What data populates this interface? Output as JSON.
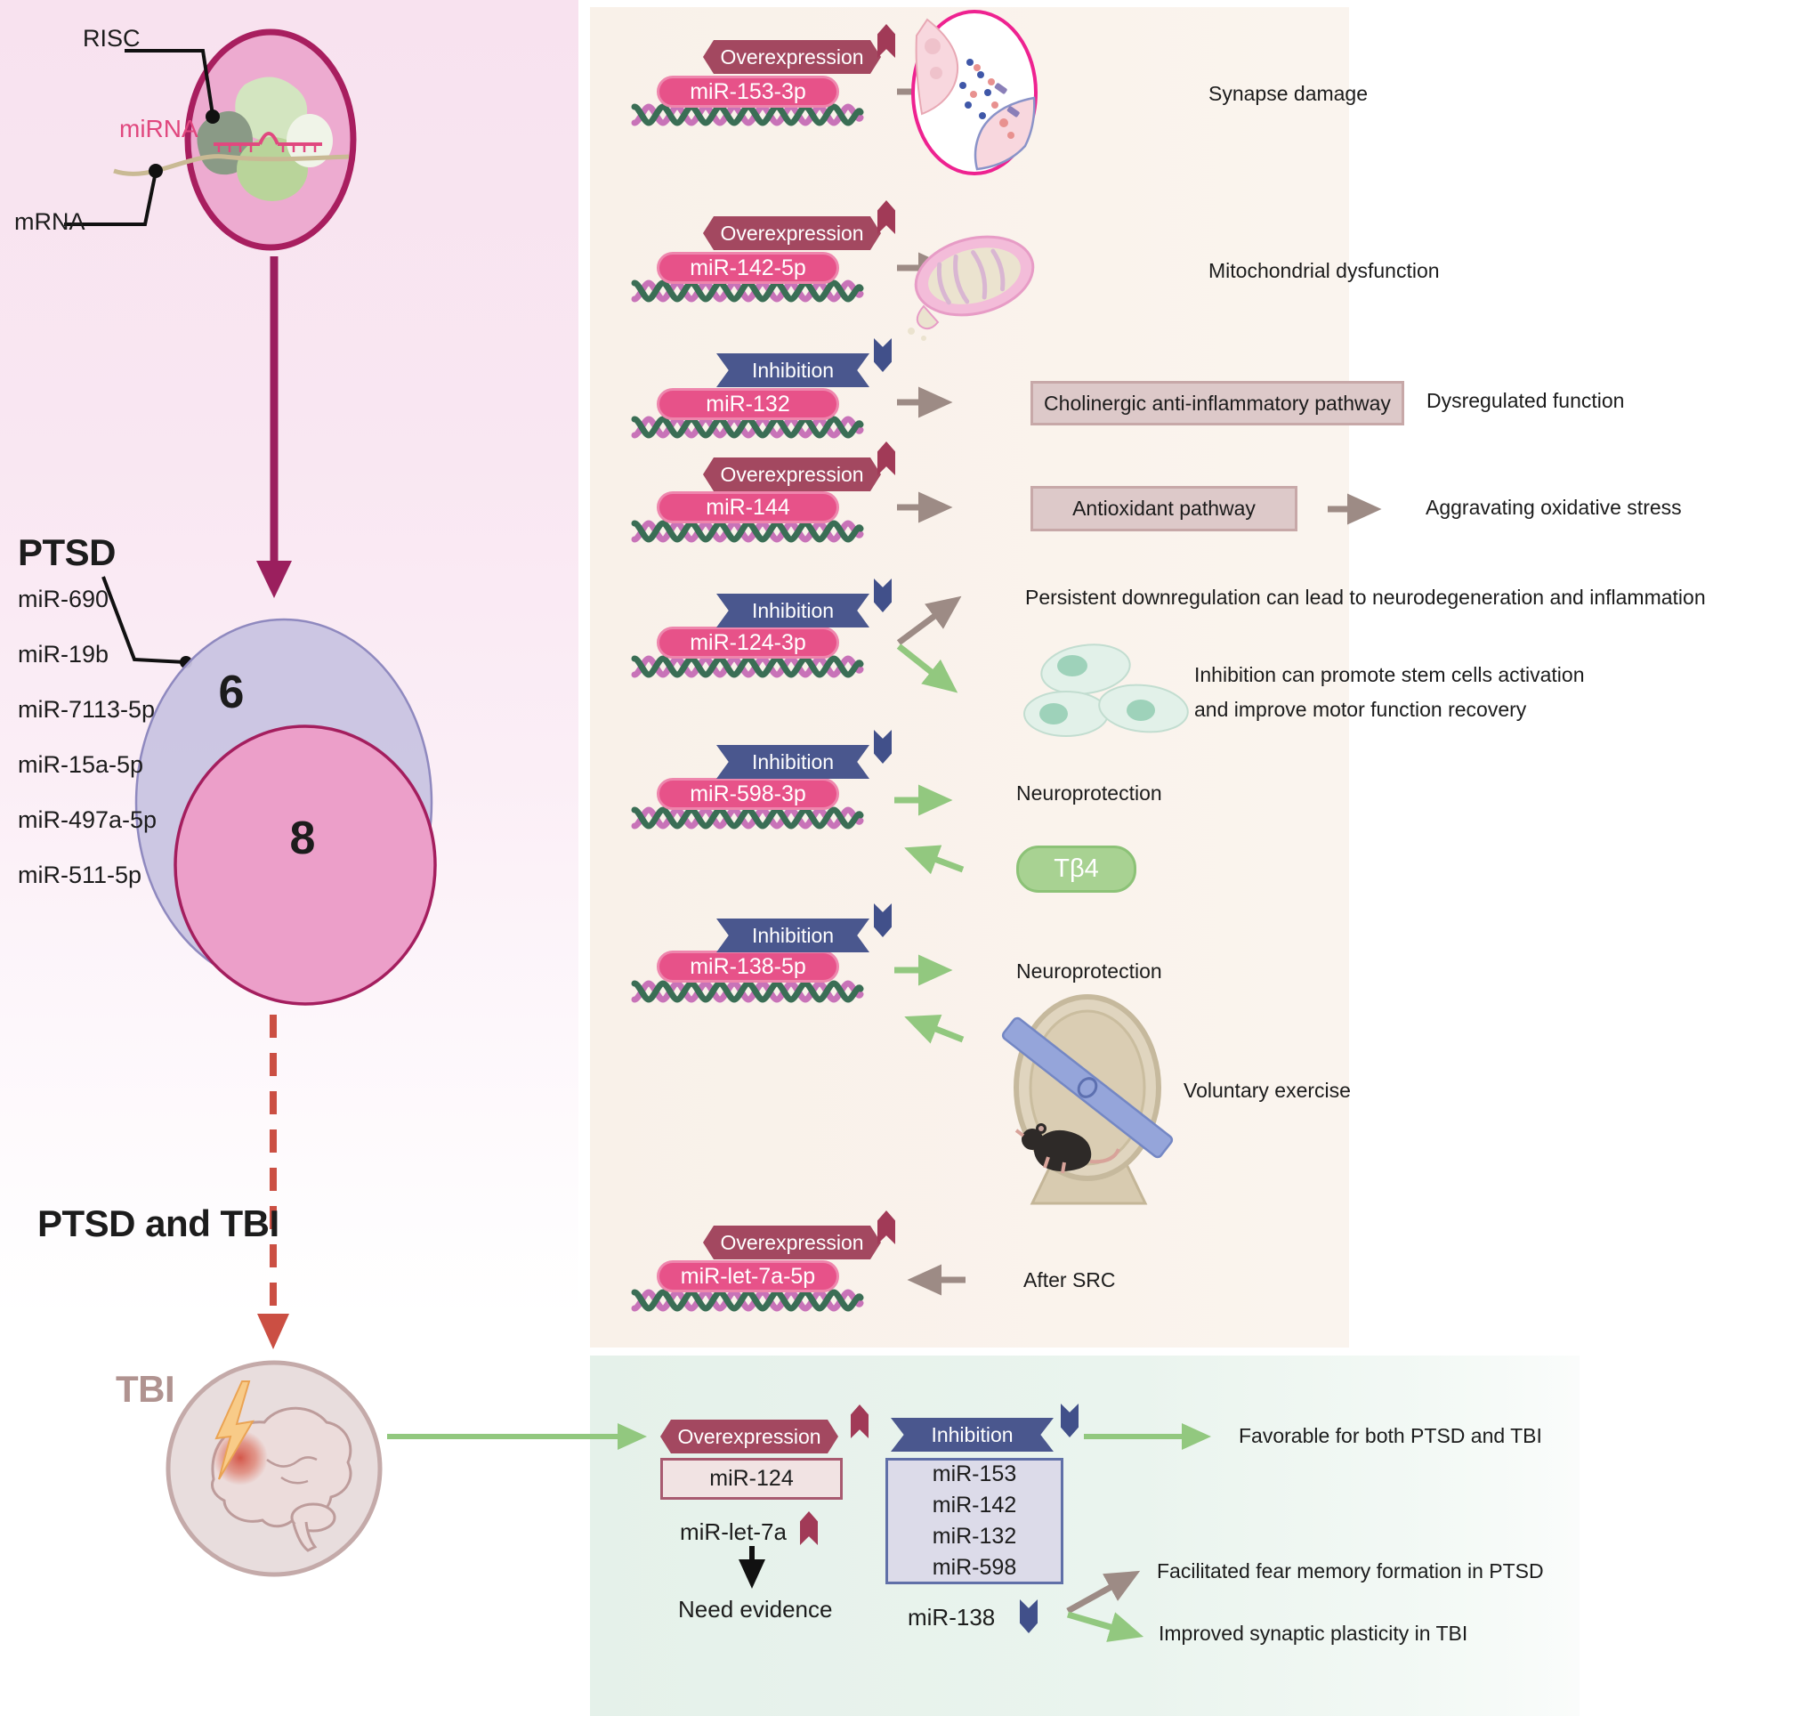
{
  "left": {
    "risc_label": "RISC",
    "mirna_label": "miRNA",
    "mrna_label": "mRNA",
    "ptsd_heading": "PTSD",
    "ptsd_mirnas": [
      "miR-690",
      "miR-19b",
      "miR-7113-5p",
      "miR-15a-5p",
      "miR-497a-5p",
      "miR-511-5p"
    ],
    "venn": {
      "top_count": "6",
      "bottom_count": "8"
    },
    "ptsd_tbi_heading": "PTSD and TBI",
    "tbi_label": "TBI"
  },
  "rows": [
    {
      "regulation": "Overexpression",
      "mirna": "miR-153-3p",
      "outcome": "Synapse damage"
    },
    {
      "regulation": "Overexpression",
      "mirna": "miR-142-5p",
      "outcome": "Mitochondrial dysfunction"
    },
    {
      "regulation": "Inhibition",
      "mirna": "miR-132",
      "pathway_box": "Cholinergic anti-inflammatory pathway",
      "outcome": "Dysregulated function"
    },
    {
      "regulation": "Overexpression",
      "mirna": "miR-144",
      "pathway_box": "Antioxidant pathway",
      "outcome": "Aggravating oxidative stress"
    },
    {
      "regulation": "Inhibition",
      "mirna": "miR-124-3p",
      "outcome_up": "Persistent downregulation can lead to neurodegeneration and inflammation",
      "outcome_down_line1": "Inhibition can promote stem cells activation",
      "outcome_down_line2": "and improve motor function recovery"
    },
    {
      "regulation": "Inhibition",
      "mirna": "miR-598-3p",
      "outcome": "Neuroprotection",
      "modulator": "Tβ4"
    },
    {
      "regulation": "Inhibition",
      "mirna": "miR-138-5p",
      "outcome": "Neuroprotection",
      "modulator": "Voluntary exercise"
    },
    {
      "regulation": "Overexpression",
      "mirna": "miR-let-7a-5p",
      "outcome": "After SRC"
    }
  ],
  "summary": {
    "overexpression_label": "Overexpression",
    "overexpressed_mirna": "miR-124",
    "inhibition_label": "Inhibition",
    "inhibited_mirnas": [
      "miR-153",
      "miR-142",
      "miR-132",
      "miR-598"
    ],
    "favorable_text": "Favorable for both PTSD and TBI",
    "let7a_label": "miR-let-7a",
    "need_evidence_text": "Need evidence",
    "mir138_label": "miR-138",
    "fear_memory_text": "Facilitated fear memory formation in PTSD",
    "synaptic_text": "Improved synaptic plasticity in TBI"
  },
  "colors": {
    "overexpression_banner": "#a34860",
    "inhibition_banner": "#4a578e",
    "mirna_pill": "#e75289",
    "pathway_box": "#ddc9c9",
    "tb4_green": "#a8d292",
    "arrow_taupe": "#9d8b85",
    "arrow_green": "#92c87f",
    "dashed_arrow_red": "#cb4f43",
    "main_arrow_magenta": "#9b1f5e",
    "venn_purple": "#c9c4e2",
    "venn_pink": "#ec9fc9",
    "panel_pink": "#f8e2ef",
    "panel_cream": "#faf3ec",
    "panel_green": "#e8f3ed"
  }
}
